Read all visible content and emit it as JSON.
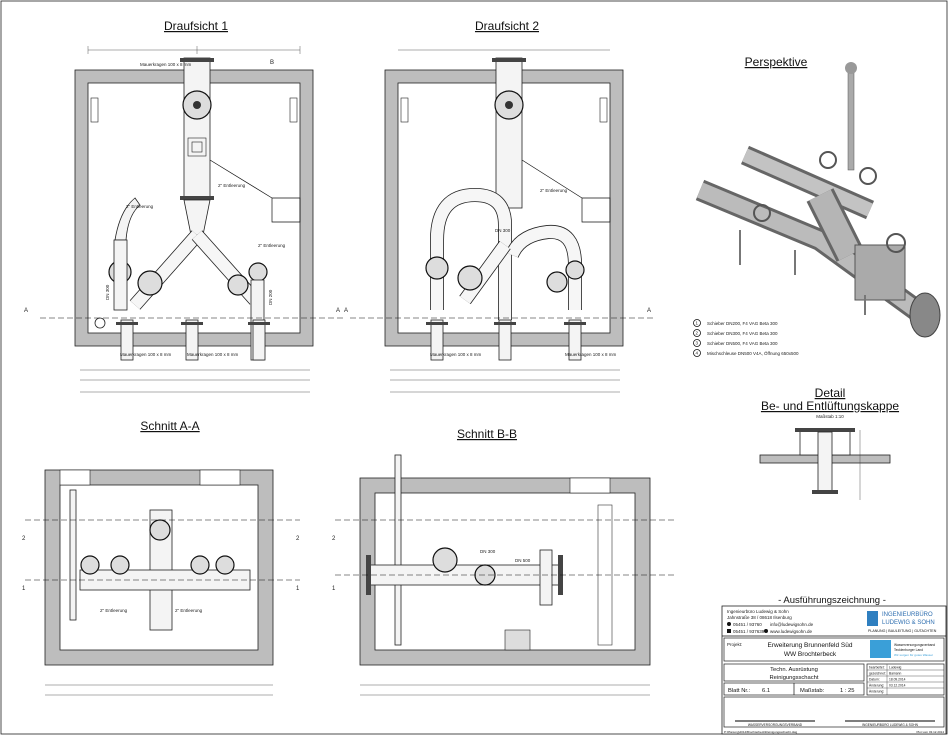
{
  "views": {
    "plan1_title": "Draufsicht 1",
    "plan2_title": "Draufsicht 2",
    "perspective_title": "Perspektive",
    "section_aa_title": "Schnitt A-A",
    "section_bb_title": "Schnitt B-B",
    "detail_title": "Detail",
    "detail_subtitle": "Be- und Entlüftungskappe",
    "detail_scale": "Maßstab  1:10"
  },
  "labels": {
    "section_a": "A",
    "section_b": "B",
    "section_1": "1",
    "section_2": "2",
    "drain": "2\" Entleerung",
    "collar": "Mauerkragen 100 x 8 mm",
    "dn300": "DN 300",
    "dn200": "DN 200",
    "dn500": "DN 500"
  },
  "legend": [
    {
      "num": "1",
      "text": "Schieber DN200, F4 VAG Beta 300"
    },
    {
      "num": "2",
      "text": "Schieber DN300, F4 VAG Beta 300"
    },
    {
      "num": "3",
      "text": "Schieber DN500, F4 VAG Beta 300"
    },
    {
      "num": "4",
      "text": "Mischschleuse DN500 V4A, Öffnung 650x500"
    }
  ],
  "title_block": {
    "heading": "- Ausführungszeichnung -",
    "office_name": "Ingenieurbüro Ludewig & Sohn",
    "office_addr": "Jahnstraße 38 / 08618 Ilsenburg",
    "office_phone": "05451 / 93760",
    "office_fax": "05451 / 937639",
    "office_mail": "info@ludewigsohn.de",
    "office_web": "www.ludewigsohn.de",
    "logo_line1": "INGENIEURBÜRO",
    "logo_line2": "LUDEWIG & SOHN",
    "logo_tagline": "PLANUNG | BAULEITUNG | GUTACHTEN",
    "project_label": "Projekt:",
    "project_line1": "Erweiterung Brunnenfeld Süd",
    "project_line2": "WW Brochterbeck",
    "client_line1": "Wasserversorgungsverband",
    "client_line2": "Tecklenburger Land",
    "client_line3": "Wir sorgen für gutes Wasser",
    "subject_line1": "Techn. Ausrüstung",
    "subject_line2": "Reinigungsschacht",
    "sheet_label": "Blatt Nr.:",
    "sheet_value": "6.1",
    "scale_label": "Maßstab:",
    "scale_value": "1 : 25",
    "meta": [
      {
        "k": "bearbeitet:",
        "v": "Ludewig"
      },
      {
        "k": "gezeichnet:",
        "v": "Bamann"
      },
      {
        "k": "Datum:",
        "v": "18.09.2014"
      },
      {
        "k": "Änderung:",
        "v": "03.12.2014"
      },
      {
        "k": "Änderung:",
        "v": ""
      }
    ],
    "sign_left": "WASSERVERSORGUNGSVERBAND",
    "sign_right": "INGENIEURBÜRO LUDEWIG & SOHN",
    "footer_path": "P:\\Planung\\2014\\Brochterbeck\\Reinigungsschacht.dwg",
    "footer_date": "Plot vom 03.12.2014"
  }
}
